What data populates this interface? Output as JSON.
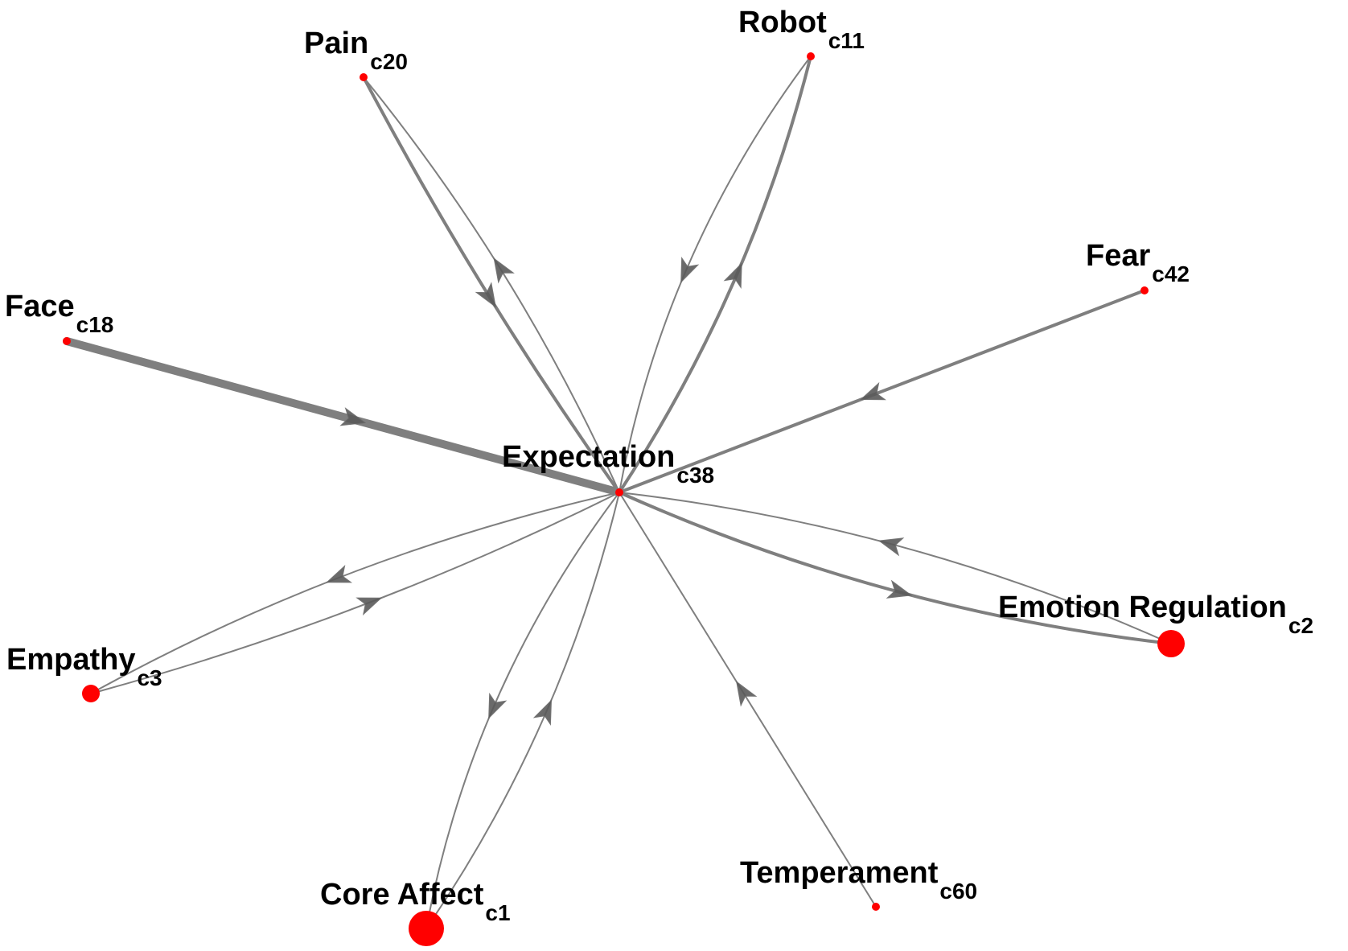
{
  "diagram": {
    "type": "directed-network",
    "colors": {
      "node": "#ff0000",
      "edge": "#7f7f7f",
      "arrow": "#5a5a5a",
      "label": "#000000"
    },
    "nodes": [
      {
        "id": "expectation",
        "name": "Expectation",
        "code": "c38",
        "size": "small"
      },
      {
        "id": "pain",
        "name": "Pain",
        "code": "c20",
        "size": "small"
      },
      {
        "id": "robot",
        "name": "Robot",
        "code": "c11",
        "size": "small"
      },
      {
        "id": "fear",
        "name": "Fear",
        "code": "c42",
        "size": "small"
      },
      {
        "id": "face",
        "name": "Face",
        "code": "c18",
        "size": "small"
      },
      {
        "id": "emotion-regulation",
        "name": "Emotion Regulation",
        "code": "c2",
        "size": "large"
      },
      {
        "id": "empathy",
        "name": "Empathy",
        "code": "c3",
        "size": "medium"
      },
      {
        "id": "core-affect",
        "name": "Core Affect",
        "code": "c1",
        "size": "xlarge"
      },
      {
        "id": "temperament",
        "name": "Temperament",
        "code": "c60",
        "size": "small"
      }
    ],
    "edges": [
      {
        "from": "face",
        "to": "expectation",
        "weight": "heavy"
      },
      {
        "from": "pain",
        "to": "expectation",
        "weight": "medium"
      },
      {
        "from": "expectation",
        "to": "pain",
        "weight": "light"
      },
      {
        "from": "robot",
        "to": "expectation",
        "weight": "light"
      },
      {
        "from": "expectation",
        "to": "robot",
        "weight": "medium"
      },
      {
        "from": "fear",
        "to": "expectation",
        "weight": "medium"
      },
      {
        "from": "emotion-regulation",
        "to": "expectation",
        "weight": "light"
      },
      {
        "from": "expectation",
        "to": "emotion-regulation",
        "weight": "medium"
      },
      {
        "from": "expectation",
        "to": "empathy",
        "weight": "light"
      },
      {
        "from": "empathy",
        "to": "expectation",
        "weight": "light"
      },
      {
        "from": "expectation",
        "to": "core-affect",
        "weight": "light"
      },
      {
        "from": "core-affect",
        "to": "expectation",
        "weight": "light"
      },
      {
        "from": "temperament",
        "to": "expectation",
        "weight": "light"
      }
    ]
  }
}
